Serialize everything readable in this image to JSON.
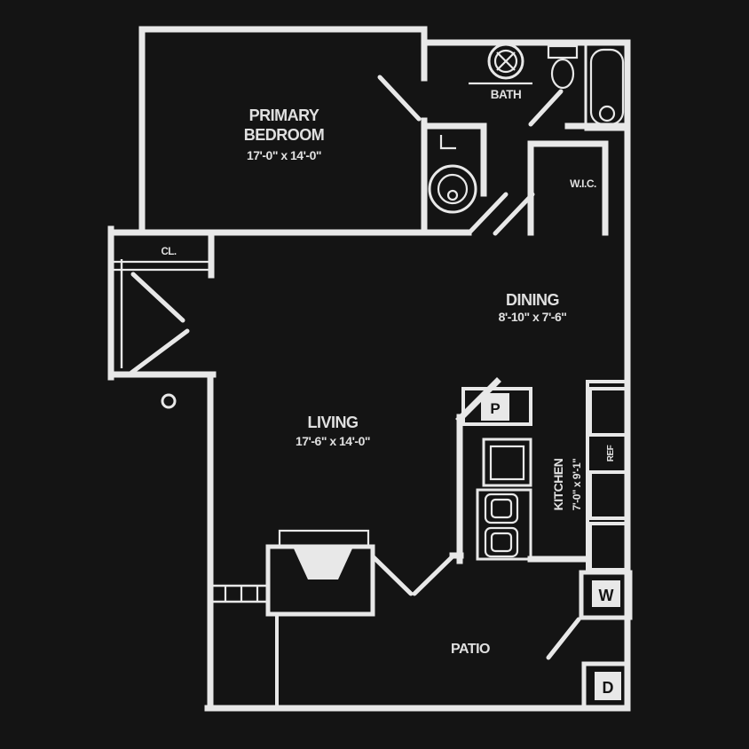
{
  "plan": {
    "colors": {
      "background": "#141414",
      "line": "#e8e8e8",
      "text": "#e0e0e0"
    },
    "rooms": {
      "bedroom": {
        "name_line1": "PRIMARY",
        "name_line2": "BEDROOM",
        "dims": "17'-0\" x 14'-0\""
      },
      "bath": {
        "name": "BATH"
      },
      "wic": {
        "name": "W.I.C."
      },
      "dining": {
        "name": "DINING",
        "dims": "8'-10\" x 7'-6\""
      },
      "living": {
        "name": "LIVING",
        "dims": "17'-6\" x 14'-0\""
      },
      "kitchen": {
        "name": "KITCHEN",
        "dims": "7'-0\" x 9'-1\""
      },
      "patio": {
        "name": "PATIO"
      },
      "closet": {
        "name": "CL."
      }
    },
    "appliances": {
      "washer": "W",
      "dryer": "D",
      "pantry": "P",
      "refrigerator": "REF"
    }
  }
}
